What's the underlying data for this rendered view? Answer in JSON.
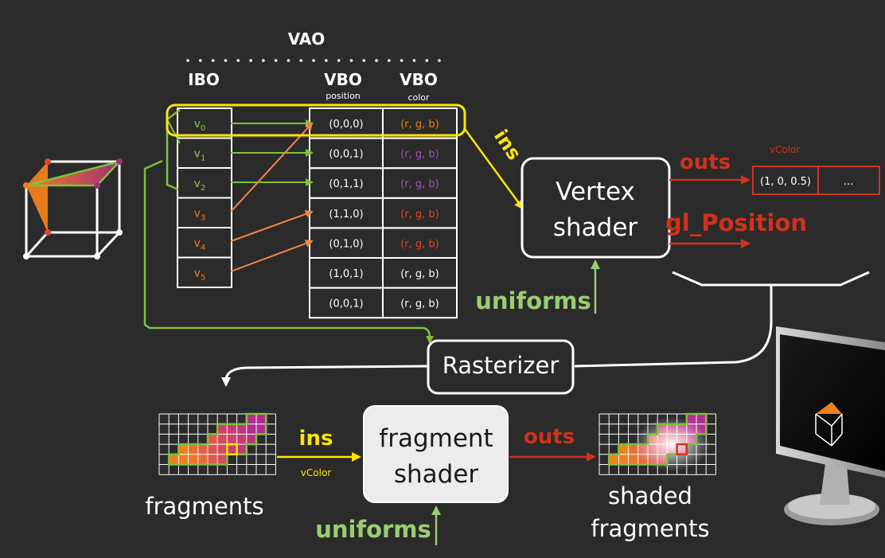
{
  "vao": {
    "title": "VAO"
  },
  "ibo": {
    "header": "IBO",
    "rows": [
      {
        "base": "v",
        "sub": "0"
      },
      {
        "base": "v",
        "sub": "1"
      },
      {
        "base": "v",
        "sub": "2"
      },
      {
        "base": "v",
        "sub": "3"
      },
      {
        "base": "v",
        "sub": "4"
      },
      {
        "base": "v",
        "sub": "5"
      }
    ]
  },
  "vbo_position": {
    "header": "VBO",
    "subheader": "position",
    "rows": [
      "(0,0,0)",
      "(0,0,1)",
      "(0,1,1)",
      "(1,1,0)",
      "(0,1,0)",
      "(1,0,1)",
      "(0,0,1)"
    ]
  },
  "vbo_color": {
    "header": "VBO",
    "subheader": "color",
    "rows": [
      "(r, g, b)",
      "(r, g, b)",
      "(r, g, b)",
      "(r, g, b)",
      "(r, g, b)",
      "(r, g, b)",
      "(r, g, b)"
    ]
  },
  "vertex_shader": {
    "line1": "Vertex",
    "line2": "shader",
    "ins_label": "ins",
    "outs_label": "outs",
    "position_label": "gl_Position",
    "uniforms_label": "uniforms",
    "out_var_label": "vColor",
    "out_cells": [
      "(1, 0, 0.5)",
      "…"
    ]
  },
  "rasterizer": {
    "label": "Rasterizer"
  },
  "fragment_stage": {
    "input_label": "fragments",
    "ins_label": "ins",
    "ins_var_label": "vColor",
    "shader_line1": "fragment",
    "shader_line2": "shader",
    "outs_label": "outs",
    "uniforms_label": "uniforms",
    "output_line1": "shaded",
    "output_line2": "fragments"
  },
  "colors": {
    "background": "#2b2b2b",
    "ibo_text": "#8cc63f",
    "ibo_text_orange": "#f07f1d",
    "color_orange": "#f07f1d",
    "color_purple": "#9b59b6",
    "color_red": "#e2462a",
    "accent_yellow": "#ffe600",
    "accent_red": "#d0321d",
    "accent_green": "#8cc63f",
    "uniforms_green": "#9ccc72",
    "arrow_green": "#7fbf3f",
    "arrow_orange": "#f5864a"
  }
}
